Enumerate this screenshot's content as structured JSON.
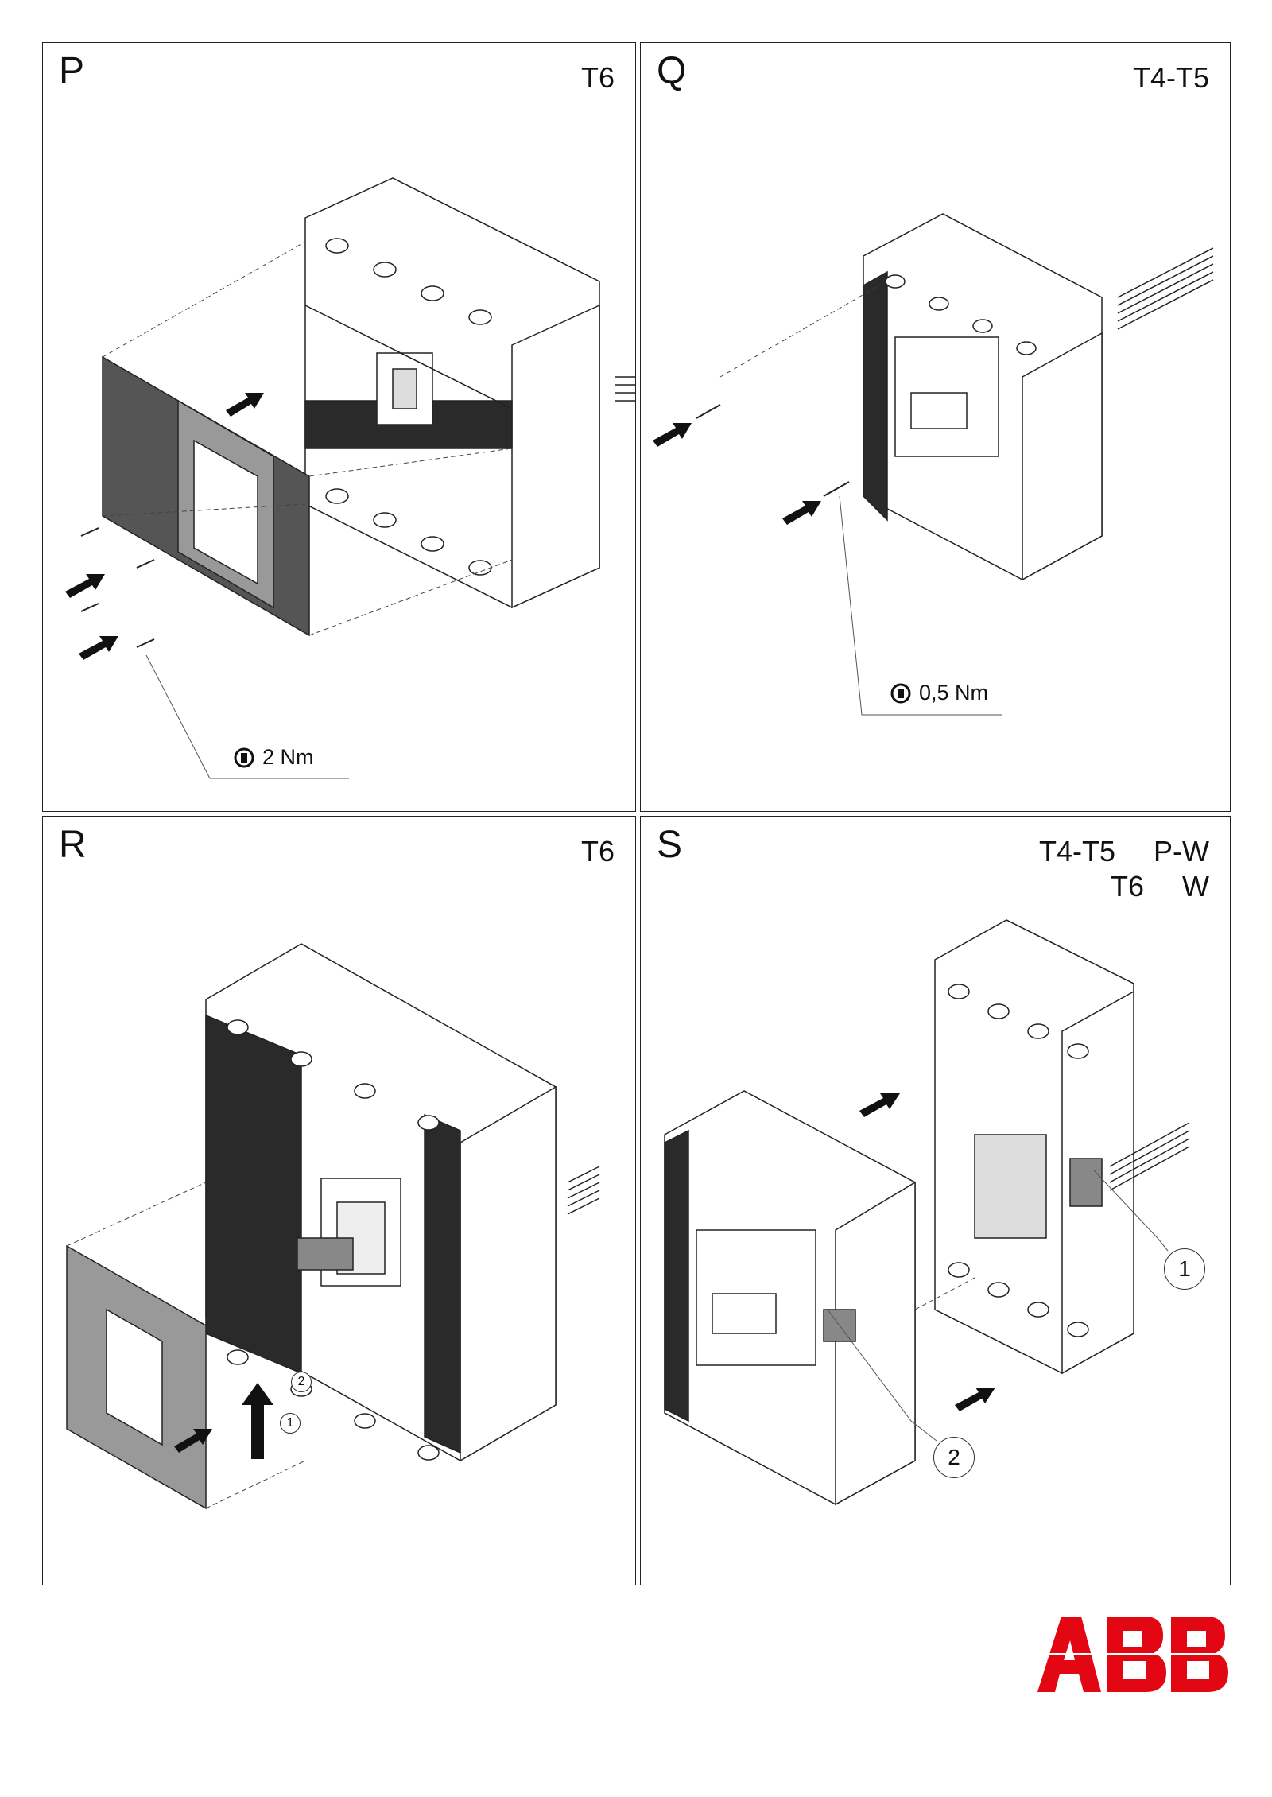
{
  "panels": {
    "p": {
      "letter": "P",
      "model": "T6",
      "torque": "2 Nm"
    },
    "q": {
      "letter": "Q",
      "model": "T4-T5",
      "torque": "0,5 Nm"
    },
    "r": {
      "letter": "R",
      "model": "T6",
      "step1": "1",
      "step2": "2"
    },
    "s": {
      "letter": "S",
      "rows": [
        {
          "model": "T4-T5",
          "version": "P-W"
        },
        {
          "model": "T6",
          "version": "W"
        }
      ],
      "callout1": "1",
      "callout2": "2"
    }
  },
  "brand": {
    "logo_text": "ABB",
    "color": "#e30613"
  },
  "icons": [
    "torque-icon",
    "arrow-icon",
    "screw-icon"
  ]
}
